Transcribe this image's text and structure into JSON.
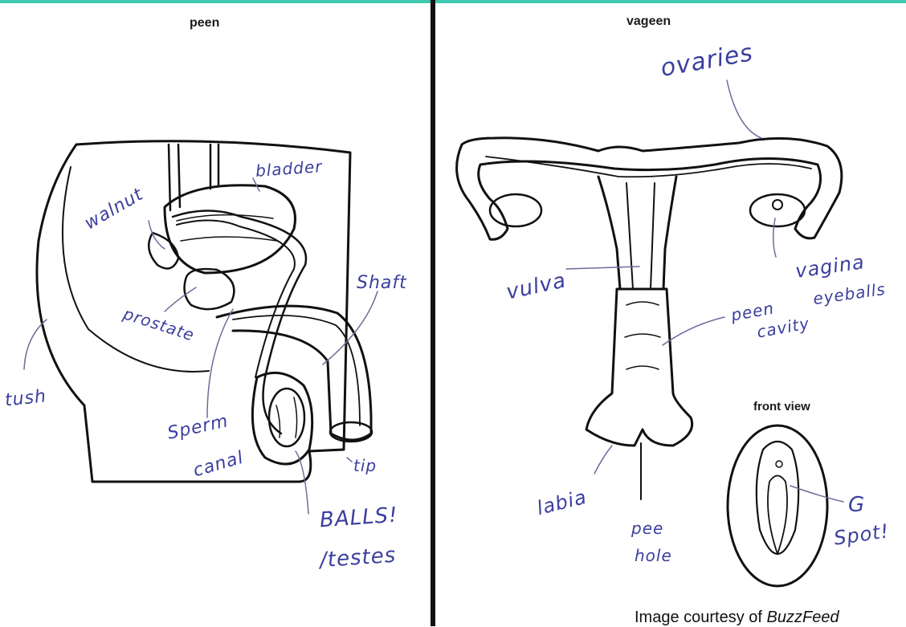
{
  "left_title": "peen",
  "right_title": "vageen",
  "front_view_title": "front view",
  "labels": {
    "bladder": "bladder",
    "walnut": "walnut",
    "shaft": "Shaft",
    "prostate": "prostate",
    "tush": "tush",
    "sperm": "Sperm",
    "canal": "canal",
    "tip": "tip",
    "balls": "BALLS!",
    "testes": "/testes",
    "ovaries": "ovaries",
    "vulva": "vulva",
    "vagina": "vagina",
    "eyeballs": "eyeballs",
    "peen": "peen",
    "cavity": "cavity",
    "labia": "labia",
    "pee": "pee",
    "hole": "hole",
    "g": "G",
    "spot": "Spot!"
  },
  "credit": {
    "prefix": "Image courtesy of ",
    "source": "BuzzFeed"
  }
}
